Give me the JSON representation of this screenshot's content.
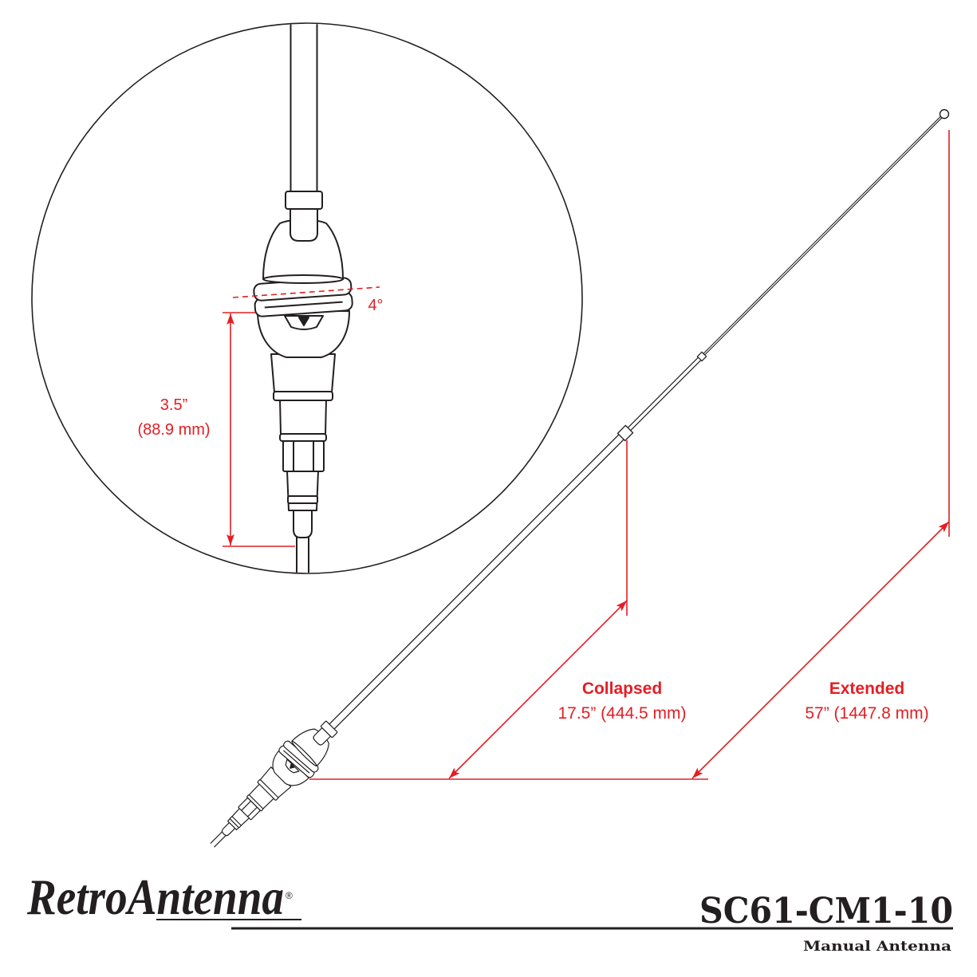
{
  "detail_view": {
    "height_label": "3.5”",
    "height_metric": "(88.9 mm)",
    "angle_label": "4°"
  },
  "dimensions": {
    "collapsed": {
      "label": "Collapsed",
      "value": "17.5” (444.5 mm)"
    },
    "extended": {
      "label": "Extended",
      "value": "57” (1447.8 mm)"
    }
  },
  "brand": {
    "logo_text": "RetroAntenna",
    "registered_mark": "®"
  },
  "product": {
    "model": "SC61-CM1-10",
    "name": "Manual Antenna"
  },
  "colors": {
    "dimension": "#e31e24",
    "line": "#231f20",
    "background": "#ffffff"
  }
}
